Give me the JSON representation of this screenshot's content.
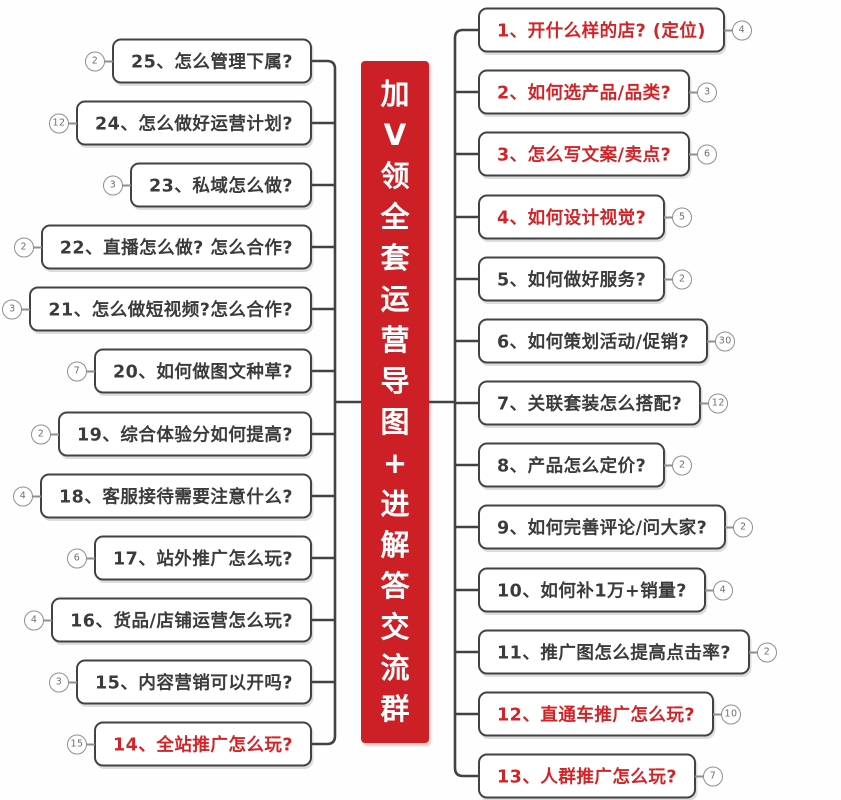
{
  "banner": {
    "text": "加V领全套运营导图+进解答交流群"
  },
  "left_items": [
    {
      "label": "25、怎么管理下属?",
      "badge": "2",
      "red": false
    },
    {
      "label": "24、怎么做好运营计划?",
      "badge": "12",
      "red": false
    },
    {
      "label": "23、私域怎么做?",
      "badge": "3",
      "red": false
    },
    {
      "label": "22、直播怎么做? 怎么合作?",
      "badge": "2",
      "red": false
    },
    {
      "label": "21、怎么做短视频?怎么合作?",
      "badge": "3",
      "red": false
    },
    {
      "label": "20、如何做图文种草?",
      "badge": "7",
      "red": false
    },
    {
      "label": "19、综合体验分如何提高?",
      "badge": "2",
      "red": false
    },
    {
      "label": "18、客服接待需要注意什么?",
      "badge": "4",
      "red": false
    },
    {
      "label": "17、站外推广怎么玩?",
      "badge": "6",
      "red": false
    },
    {
      "label": "16、货品/店铺运营怎么玩?",
      "badge": "4",
      "red": false
    },
    {
      "label": "15、内容营销可以开吗?",
      "badge": "3",
      "red": false
    },
    {
      "label": "14、全站推广怎么玩?",
      "badge": "15",
      "red": true
    }
  ],
  "right_items": [
    {
      "label": "1、开什么样的店? (定位)",
      "badge": "4",
      "red": true
    },
    {
      "label": "2、如何选产品/品类?",
      "badge": "3",
      "red": true
    },
    {
      "label": "3、怎么写文案/卖点?",
      "badge": "6",
      "red": true
    },
    {
      "label": "4、如何设计视觉?",
      "badge": "5",
      "red": true
    },
    {
      "label": "5、如何做好服务?",
      "badge": "2",
      "red": false
    },
    {
      "label": "6、如何策划活动/促销?",
      "badge": "30",
      "red": false
    },
    {
      "label": "7、关联套装怎么搭配?",
      "badge": "12",
      "red": false
    },
    {
      "label": "8、产品怎么定价?",
      "badge": "2",
      "red": false
    },
    {
      "label": "9、如何完善评论/问大家?",
      "badge": "2",
      "red": false
    },
    {
      "label": "10、如何补1万+销量?",
      "badge": "4",
      "red": false
    },
    {
      "label": "11、推广图怎么提高点击率?",
      "badge": "2",
      "red": false
    },
    {
      "label": "12、直通车推广怎么玩?",
      "badge": "10",
      "red": true
    },
    {
      "label": "13、人群推广怎么玩?",
      "badge": "7",
      "red": true
    }
  ],
  "colors": {
    "banner_bg": "#cd2026",
    "red_text": "#d42327",
    "box_border": "#424242",
    "line": "#424242",
    "badge_border": "#8f8f8f",
    "text": "#3b3b3b"
  }
}
